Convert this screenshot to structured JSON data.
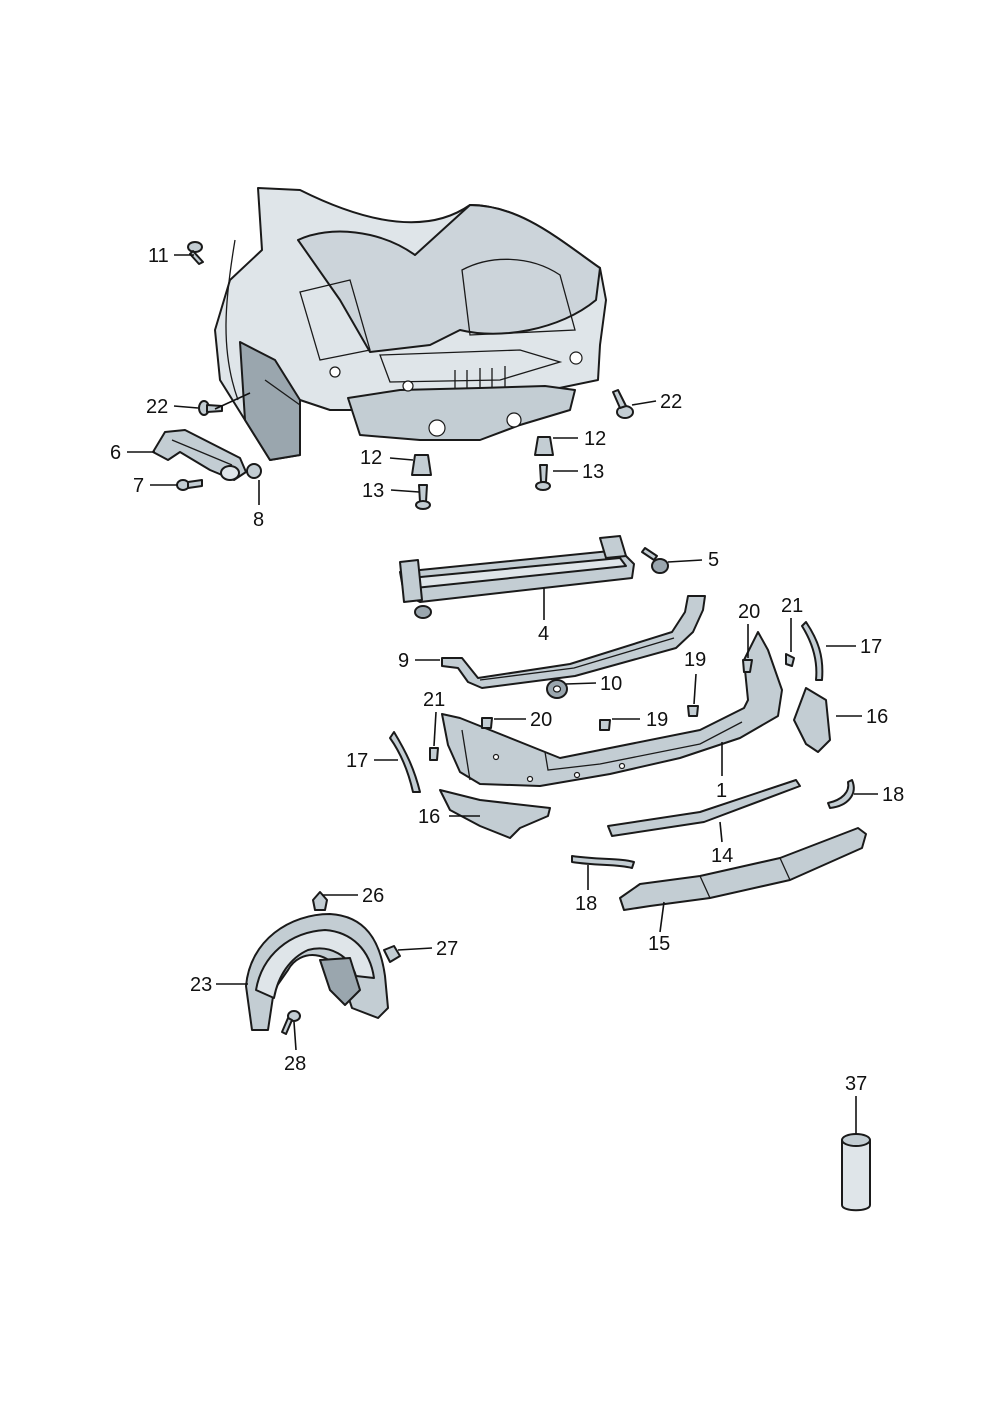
{
  "callouts": [
    {
      "id": "c1",
      "label": "1"
    },
    {
      "id": "c4",
      "label": "4"
    },
    {
      "id": "c5",
      "label": "5"
    },
    {
      "id": "c6",
      "label": "6"
    },
    {
      "id": "c7",
      "label": "7"
    },
    {
      "id": "c8",
      "label": "8"
    },
    {
      "id": "c9",
      "label": "9"
    },
    {
      "id": "c10",
      "label": "10"
    },
    {
      "id": "c11",
      "label": "11"
    },
    {
      "id": "c12a",
      "label": "12"
    },
    {
      "id": "c12b",
      "label": "12"
    },
    {
      "id": "c13a",
      "label": "13"
    },
    {
      "id": "c13b",
      "label": "13"
    },
    {
      "id": "c14",
      "label": "14"
    },
    {
      "id": "c15",
      "label": "15"
    },
    {
      "id": "c16a",
      "label": "16"
    },
    {
      "id": "c16b",
      "label": "16"
    },
    {
      "id": "c17a",
      "label": "17"
    },
    {
      "id": "c17b",
      "label": "17"
    },
    {
      "id": "c18a",
      "label": "18"
    },
    {
      "id": "c18b",
      "label": "18"
    },
    {
      "id": "c19a",
      "label": "19"
    },
    {
      "id": "c19b",
      "label": "19"
    },
    {
      "id": "c20a",
      "label": "20"
    },
    {
      "id": "c20b",
      "label": "20"
    },
    {
      "id": "c21a",
      "label": "21"
    },
    {
      "id": "c21b",
      "label": "21"
    },
    {
      "id": "c22a",
      "label": "22"
    },
    {
      "id": "c22b",
      "label": "22"
    },
    {
      "id": "c23",
      "label": "23"
    },
    {
      "id": "c26",
      "label": "26"
    },
    {
      "id": "c27",
      "label": "27"
    },
    {
      "id": "c28",
      "label": "28"
    },
    {
      "id": "c37",
      "label": "37"
    }
  ],
  "colors": {
    "part_fill": "#c3cdd3",
    "outline": "#1a1a1a",
    "background": "#ffffff"
  }
}
